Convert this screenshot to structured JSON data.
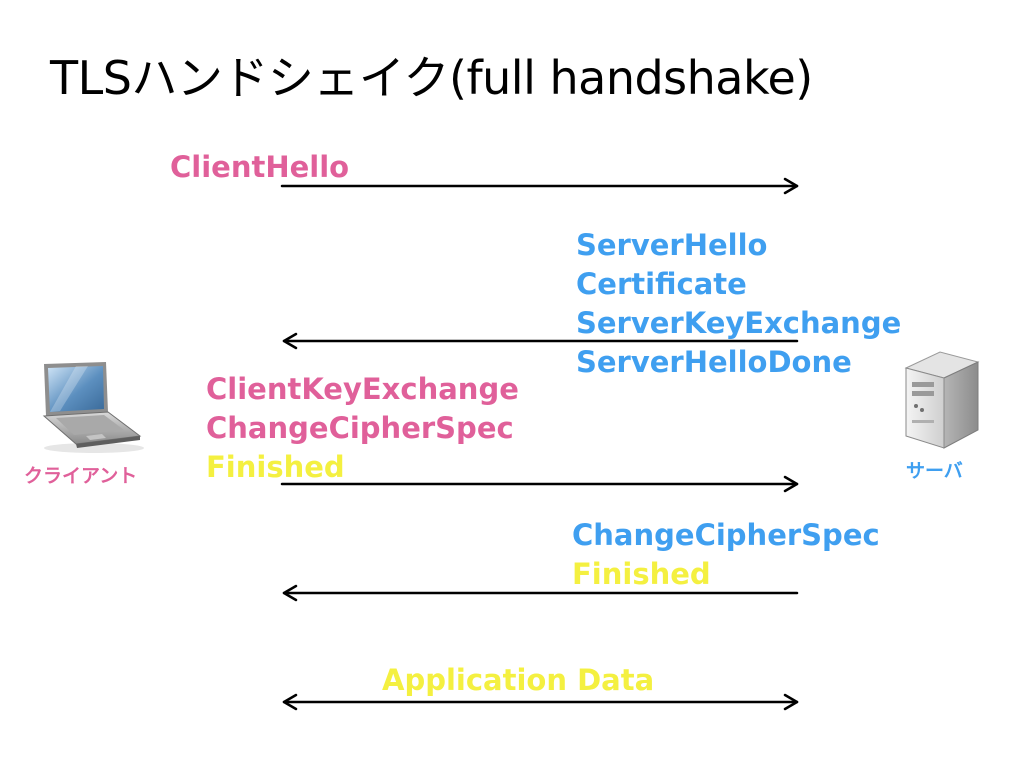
{
  "title": "TLSハンドシェイク(full handshake)",
  "client_label": "クライアント",
  "server_label": "サーバ",
  "messages": {
    "m1": [
      "ClientHello"
    ],
    "m2": [
      "ServerHello",
      "Certificate",
      "ServerKeyExchange",
      "ServerHelloDone"
    ],
    "m3": [
      "ClientKeyExchange",
      "ChangeCipherSpec",
      "Finished"
    ],
    "m4": [
      "ChangeCipherSpec",
      "Finished"
    ],
    "m5": [
      "Application Data"
    ]
  },
  "colors": {
    "client": "#e0609a",
    "server": "#3f9ff0",
    "finished": "#f4f040"
  }
}
